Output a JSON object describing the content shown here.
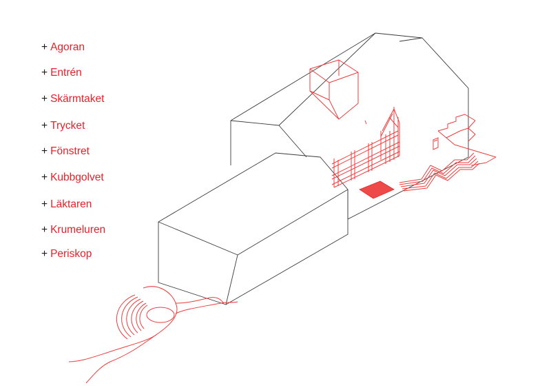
{
  "legend": {
    "prefix": "+",
    "items": [
      {
        "id": "agoran",
        "label": "Agoran"
      },
      {
        "id": "entren",
        "label": "Entrén"
      },
      {
        "id": "skarmtaket",
        "label": "Skärmtaket"
      },
      {
        "id": "trycket",
        "label": "Trycket"
      },
      {
        "id": "fonstret",
        "label": "Fönstret"
      },
      {
        "id": "kubbgolvet",
        "label": "Kubbgolvet"
      },
      {
        "id": "laktaren",
        "label": "Läktaren"
      },
      {
        "id": "krumeluren",
        "label": "Krumeluren"
      },
      {
        "id": "periskop",
        "label": "Periskop"
      }
    ]
  },
  "colors": {
    "accent": "#e8202a",
    "linework": "#3a3a3a",
    "background": "#ffffff"
  }
}
